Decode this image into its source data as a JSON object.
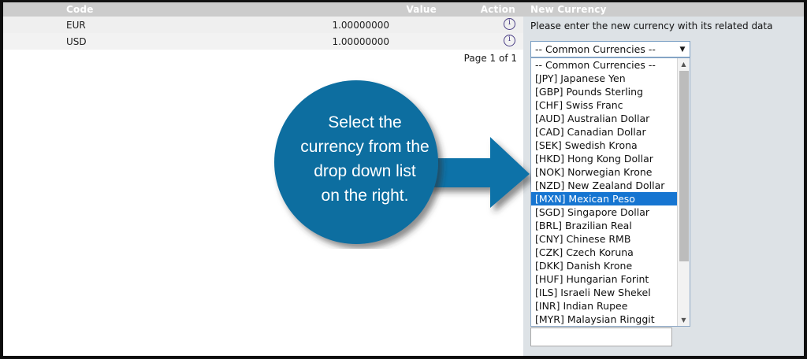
{
  "table": {
    "columns": [
      "Code",
      "Value",
      "Action"
    ],
    "rows": [
      {
        "code": "EUR",
        "value": "1.00000000",
        "action_icon": "info-icon"
      },
      {
        "code": "USD",
        "value": "1.00000000",
        "action_icon": "info-icon"
      }
    ],
    "pagination": "Page 1 of 1"
  },
  "form": {
    "title": "New Currency",
    "intro": "Please enter the new currency with its related data",
    "currency_select": {
      "selected": "-- Common Currencies --",
      "arrow_icon": "chevron-down-icon",
      "highlighted_option": "[MXN] Mexican Peso",
      "options": [
        "-- Common Currencies --",
        "[JPY] Japanese Yen",
        "[GBP] Pounds Sterling",
        "[CHF] Swiss Franc",
        "[AUD] Australian Dollar",
        "[CAD] Canadian Dollar",
        "[SEK] Swedish Krona",
        "[HKD] Hong Kong Dollar",
        "[NOK] Norwegian Krone",
        "[NZD] New Zealand Dollar",
        "[MXN] Mexican Peso",
        "[SGD] Singapore Dollar",
        "[BRL] Brazilian Real",
        "[CNY] Chinese RMB",
        "[CZK] Czech Koruna",
        "[DKK] Danish Krone",
        "[HUF] Hungarian Forint",
        "[ILS] Israeli New Shekel",
        "[INR] Indian Rupee",
        "[MYR] Malaysian Ringgit"
      ]
    },
    "scrollbar": {
      "up_icon": "scroll-up-arrow-icon",
      "down_icon": "scroll-down-arrow-icon"
    },
    "text_field_value": ""
  },
  "callout": {
    "text_lines": [
      "Select the",
      "currency from the",
      "drop down list",
      "on the right."
    ],
    "color": "#0a6ea0",
    "arrow_icon": "right-arrow-icon"
  },
  "colors": {
    "header_bar": "#cccccc",
    "row_bg": "#efefef",
    "panel_bg": "#dde2e6",
    "selection_blue": "#1675d1",
    "callout_blue": "#0a6ea0",
    "info_icon": "#4b3f86"
  }
}
